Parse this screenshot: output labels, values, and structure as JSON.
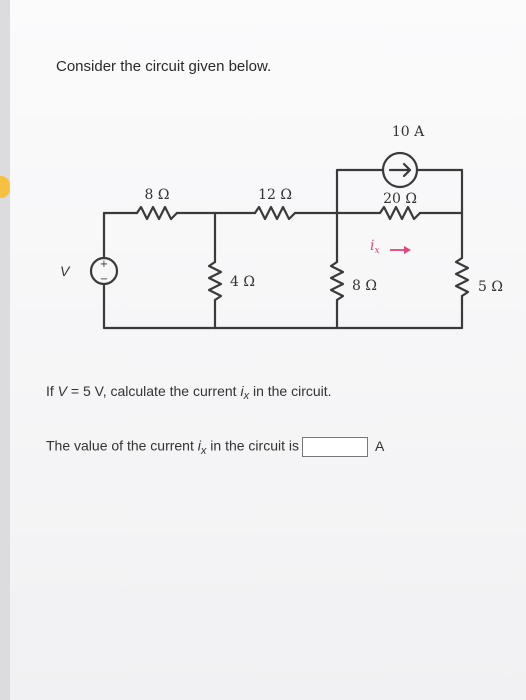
{
  "prompt": "Consider the circuit given below.",
  "circuit": {
    "source_label": "V",
    "source_plus": "+",
    "source_minus": "−",
    "r_8_left": "8 Ω",
    "r_12": "12 Ω",
    "r_4": "4 Ω",
    "r_8_mid": "8 Ω",
    "r_20": "20 Ω",
    "r_5": "5 Ω",
    "current_source": "10 A",
    "ix_label_main": "i",
    "ix_label_sub": "x"
  },
  "question": {
    "line1_a": "If ",
    "line1_var": "V",
    "line1_b": " = 5 V, calculate the current ",
    "line1_i": "i",
    "line1_x": "x",
    "line1_c": " in the circuit.",
    "line2_a": "The value of the current ",
    "line2_i": "i",
    "line2_x": "x",
    "line2_b": " in the circuit is",
    "answer_value": "",
    "unit": "A"
  }
}
